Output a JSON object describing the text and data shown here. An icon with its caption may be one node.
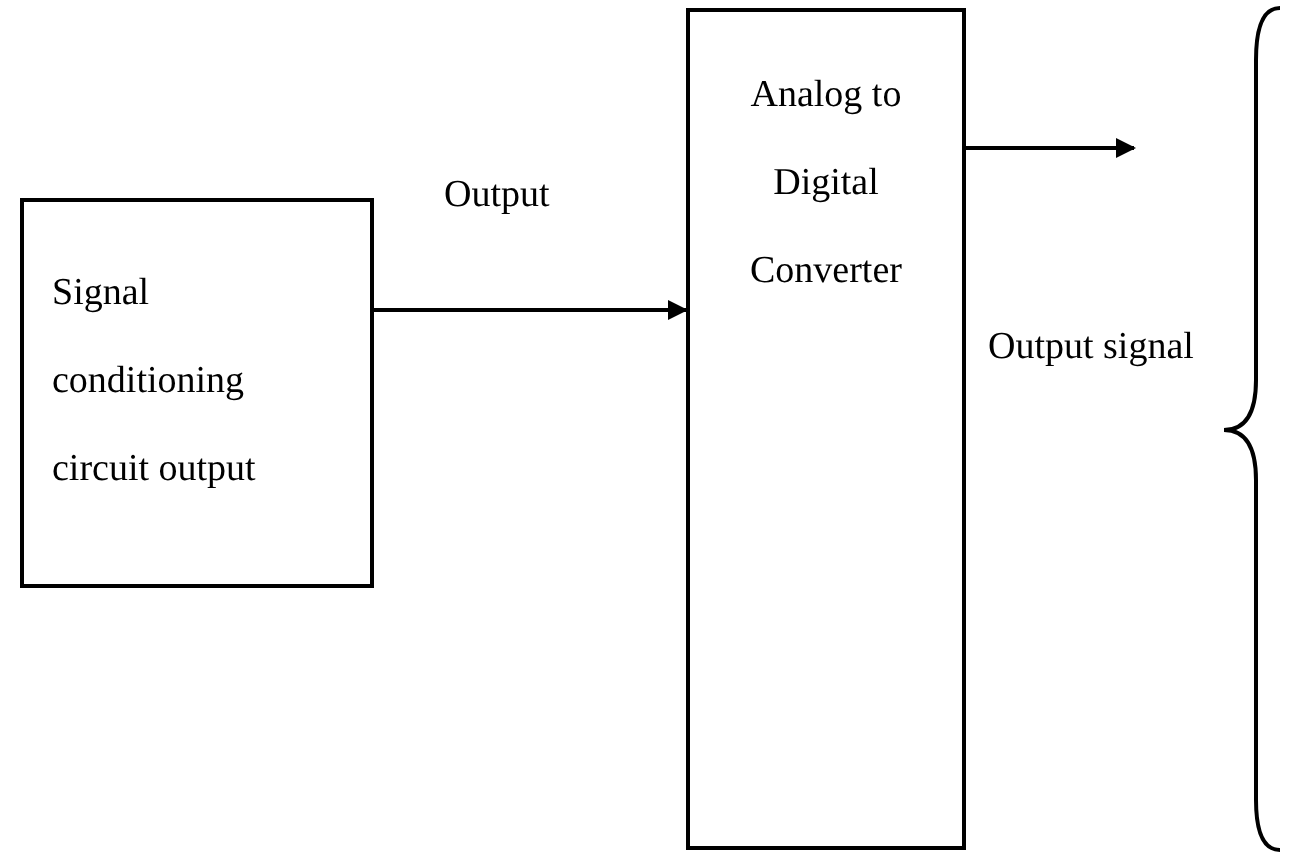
{
  "diagram": {
    "nodes": [
      {
        "text": [
          "Signal conditioning circuit output"
        ]
      },
      {
        "text": [
          "Analog to Digital Converter"
        ]
      }
    ],
    "edges": [
      {
        "from": 0,
        "to": 1,
        "arrow": "to",
        "label": "Output"
      },
      {
        "from": 1,
        "to": null,
        "arrow": "to"
      }
    ],
    "labels": [
      "Output signal"
    ]
  }
}
